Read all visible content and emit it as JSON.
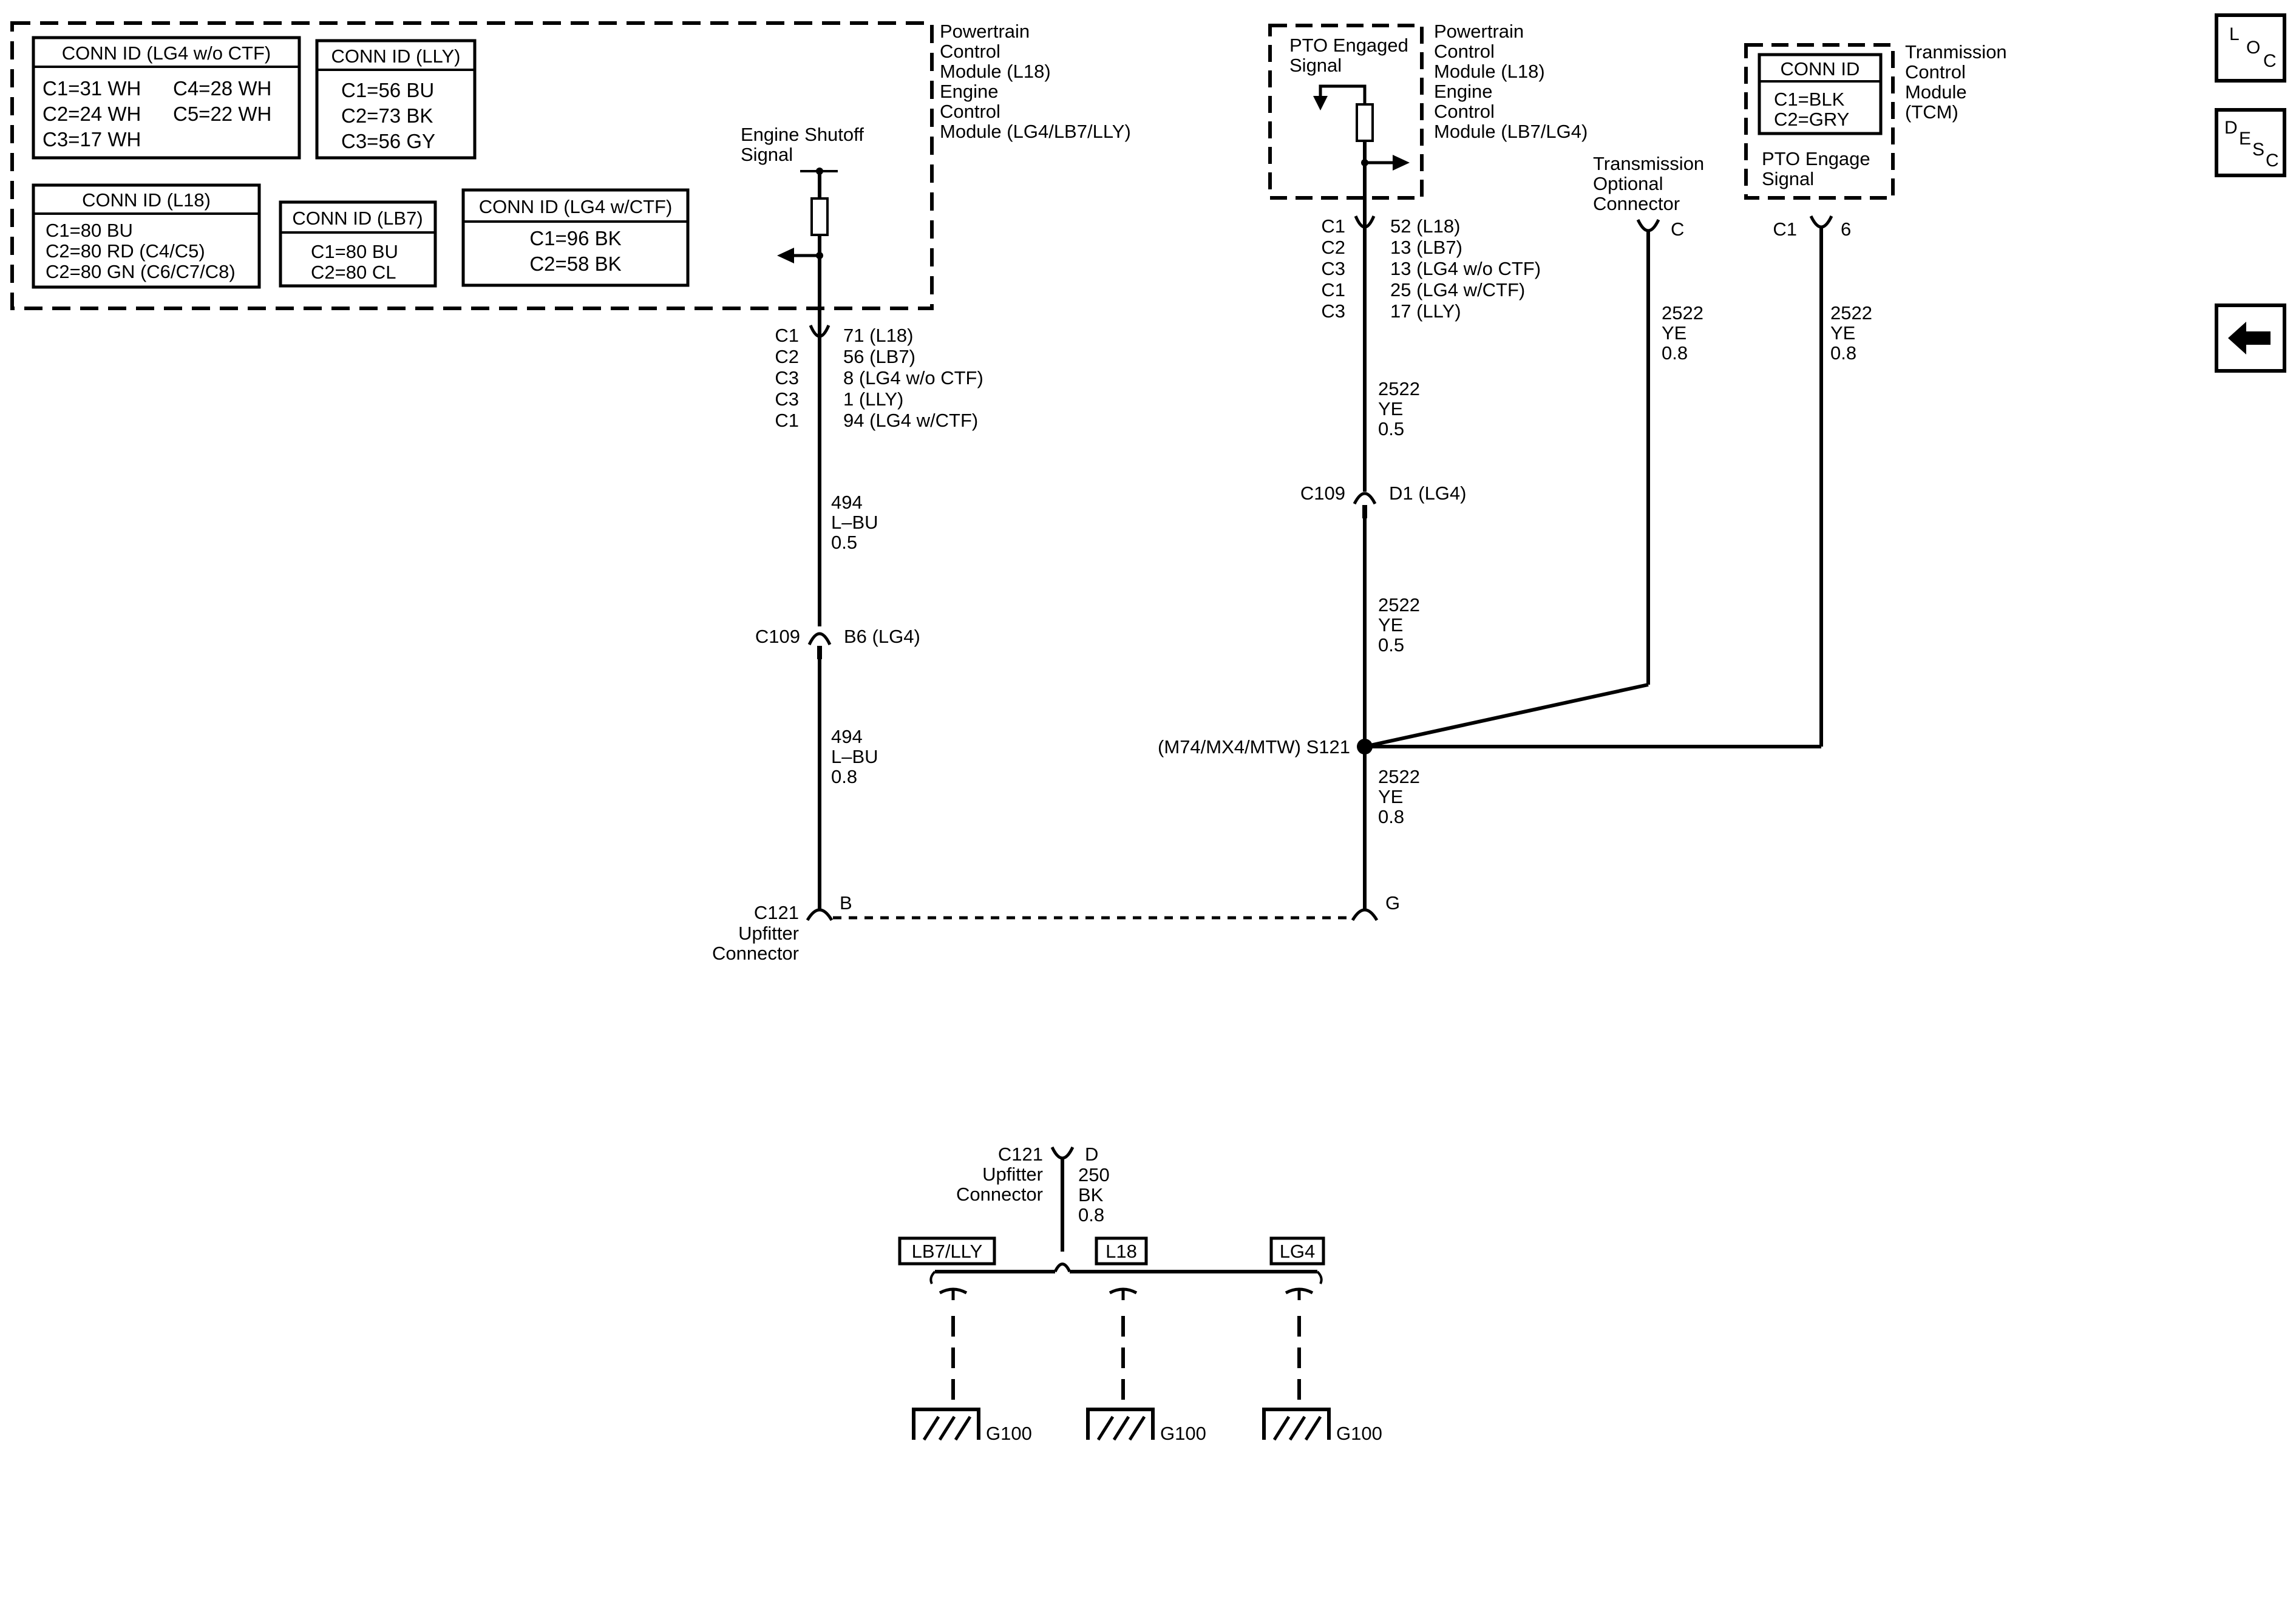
{
  "nav": {
    "loc": {
      "l1": "L",
      "l2": "O",
      "l3": "C"
    },
    "desc": {
      "l1": "D",
      "l2": "E",
      "l3": "S",
      "l4": "C"
    }
  },
  "ecm": {
    "name": [
      "Powertrain",
      "Control",
      "Module (L18)",
      "Engine",
      "Control",
      "Module (LG4/LB7/LLY)"
    ],
    "boxes": {
      "lg4_wo_ctf": {
        "title": "CONN ID (LG4 w/o CTF)",
        "r1a": "C1=31 WH",
        "r1b": "C4=28 WH",
        "r2a": "C2=24 WH",
        "r2b": "C5=22 WH",
        "r3a": "C3=17 WH"
      },
      "lly": {
        "title": "CONN ID (LLY)",
        "r1": "C1=56 BU",
        "r2": "C2=73 BK",
        "r3": "C3=56 GY"
      },
      "l18": {
        "title": "CONN ID (L18)",
        "r1": "C1=80 BU",
        "r2": "C2=80 RD (C4/C5)",
        "r3": "C2=80 GN (C6/C7/C8)"
      },
      "lb7": {
        "title": "CONN ID (LB7)",
        "r1": "C1=80 BU",
        "r2": "C2=80 CL"
      },
      "lg4_w_ctf": {
        "title": "CONN ID (LG4 w/CTF)",
        "r1": "C1=96 BK",
        "r2": "C2=58 BK"
      }
    },
    "signal": [
      "Engine Shutoff",
      "Signal"
    ]
  },
  "left_circuit": {
    "pins": [
      {
        "conn": "C1",
        "pin": "71 (L18)"
      },
      {
        "conn": "C2",
        "pin": "56 (LB7)"
      },
      {
        "conn": "C3",
        "pin": "8 (LG4 w/o CTF)"
      },
      {
        "conn": "C3",
        "pin": "1 (LLY)"
      },
      {
        "conn": "C1",
        "pin": "94 (LG4 w/CTF)"
      }
    ],
    "wire1": [
      "494",
      "L–BU",
      "0.5"
    ],
    "c109": {
      "conn": "C109",
      "pin": "B6 (LG4)"
    },
    "wire2": [
      "494",
      "L–BU",
      "0.8"
    ],
    "c121": {
      "conn": "C121",
      "pin": "B",
      "name": [
        "Upfitter",
        "Connector"
      ]
    }
  },
  "pcm": {
    "signal": [
      "PTO Engaged",
      "Signal"
    ],
    "name": [
      "Powertrain",
      "Control",
      "Module (L18)",
      "Engine",
      "Control",
      "Module (LB7/LG4)"
    ]
  },
  "center_circuit": {
    "pins": [
      {
        "conn": "C1",
        "pin": "52 (L18)"
      },
      {
        "conn": "C2",
        "pin": "13 (LB7)"
      },
      {
        "conn": "C3",
        "pin": "13 (LG4 w/o CTF)"
      },
      {
        "conn": "C1",
        "pin": "25 (LG4 w/CTF)"
      },
      {
        "conn": "C3",
        "pin": "17 (LLY)"
      }
    ],
    "wire1": [
      "2522",
      "YE",
      "0.5"
    ],
    "c109": {
      "conn": "C109",
      "pin": "D1 (LG4)"
    },
    "wire2": [
      "2522",
      "YE",
      "0.5"
    ],
    "splice": "(M74/MX4/MTW) S121",
    "wire3": [
      "2522",
      "YE",
      "0.8"
    ],
    "c121_pin": "G"
  },
  "trans_opt": {
    "name": [
      "Transmission",
      "Optional",
      "Connector"
    ],
    "pin": "C",
    "wire": [
      "2522",
      "YE",
      "0.8"
    ]
  },
  "tcm": {
    "box": {
      "title": "CONN ID",
      "r1": "C1=BLK",
      "r2": "C2=GRY"
    },
    "signal": [
      "PTO Engage",
      "Signal"
    ],
    "name": [
      "Tranmission",
      "Control",
      "Module",
      "(TCM)"
    ],
    "conn": "C1",
    "pin": "6",
    "wire": [
      "2522",
      "YE",
      "0.8"
    ]
  },
  "ground": {
    "c121": {
      "conn": "C121",
      "pin": "D",
      "name": [
        "Upfitter",
        "Connector"
      ]
    },
    "wire": [
      "250",
      "BK",
      "0.8"
    ],
    "options": [
      "LB7/LLY",
      "L18",
      "LG4"
    ],
    "grounds": [
      "G100",
      "G100",
      "G100"
    ]
  }
}
